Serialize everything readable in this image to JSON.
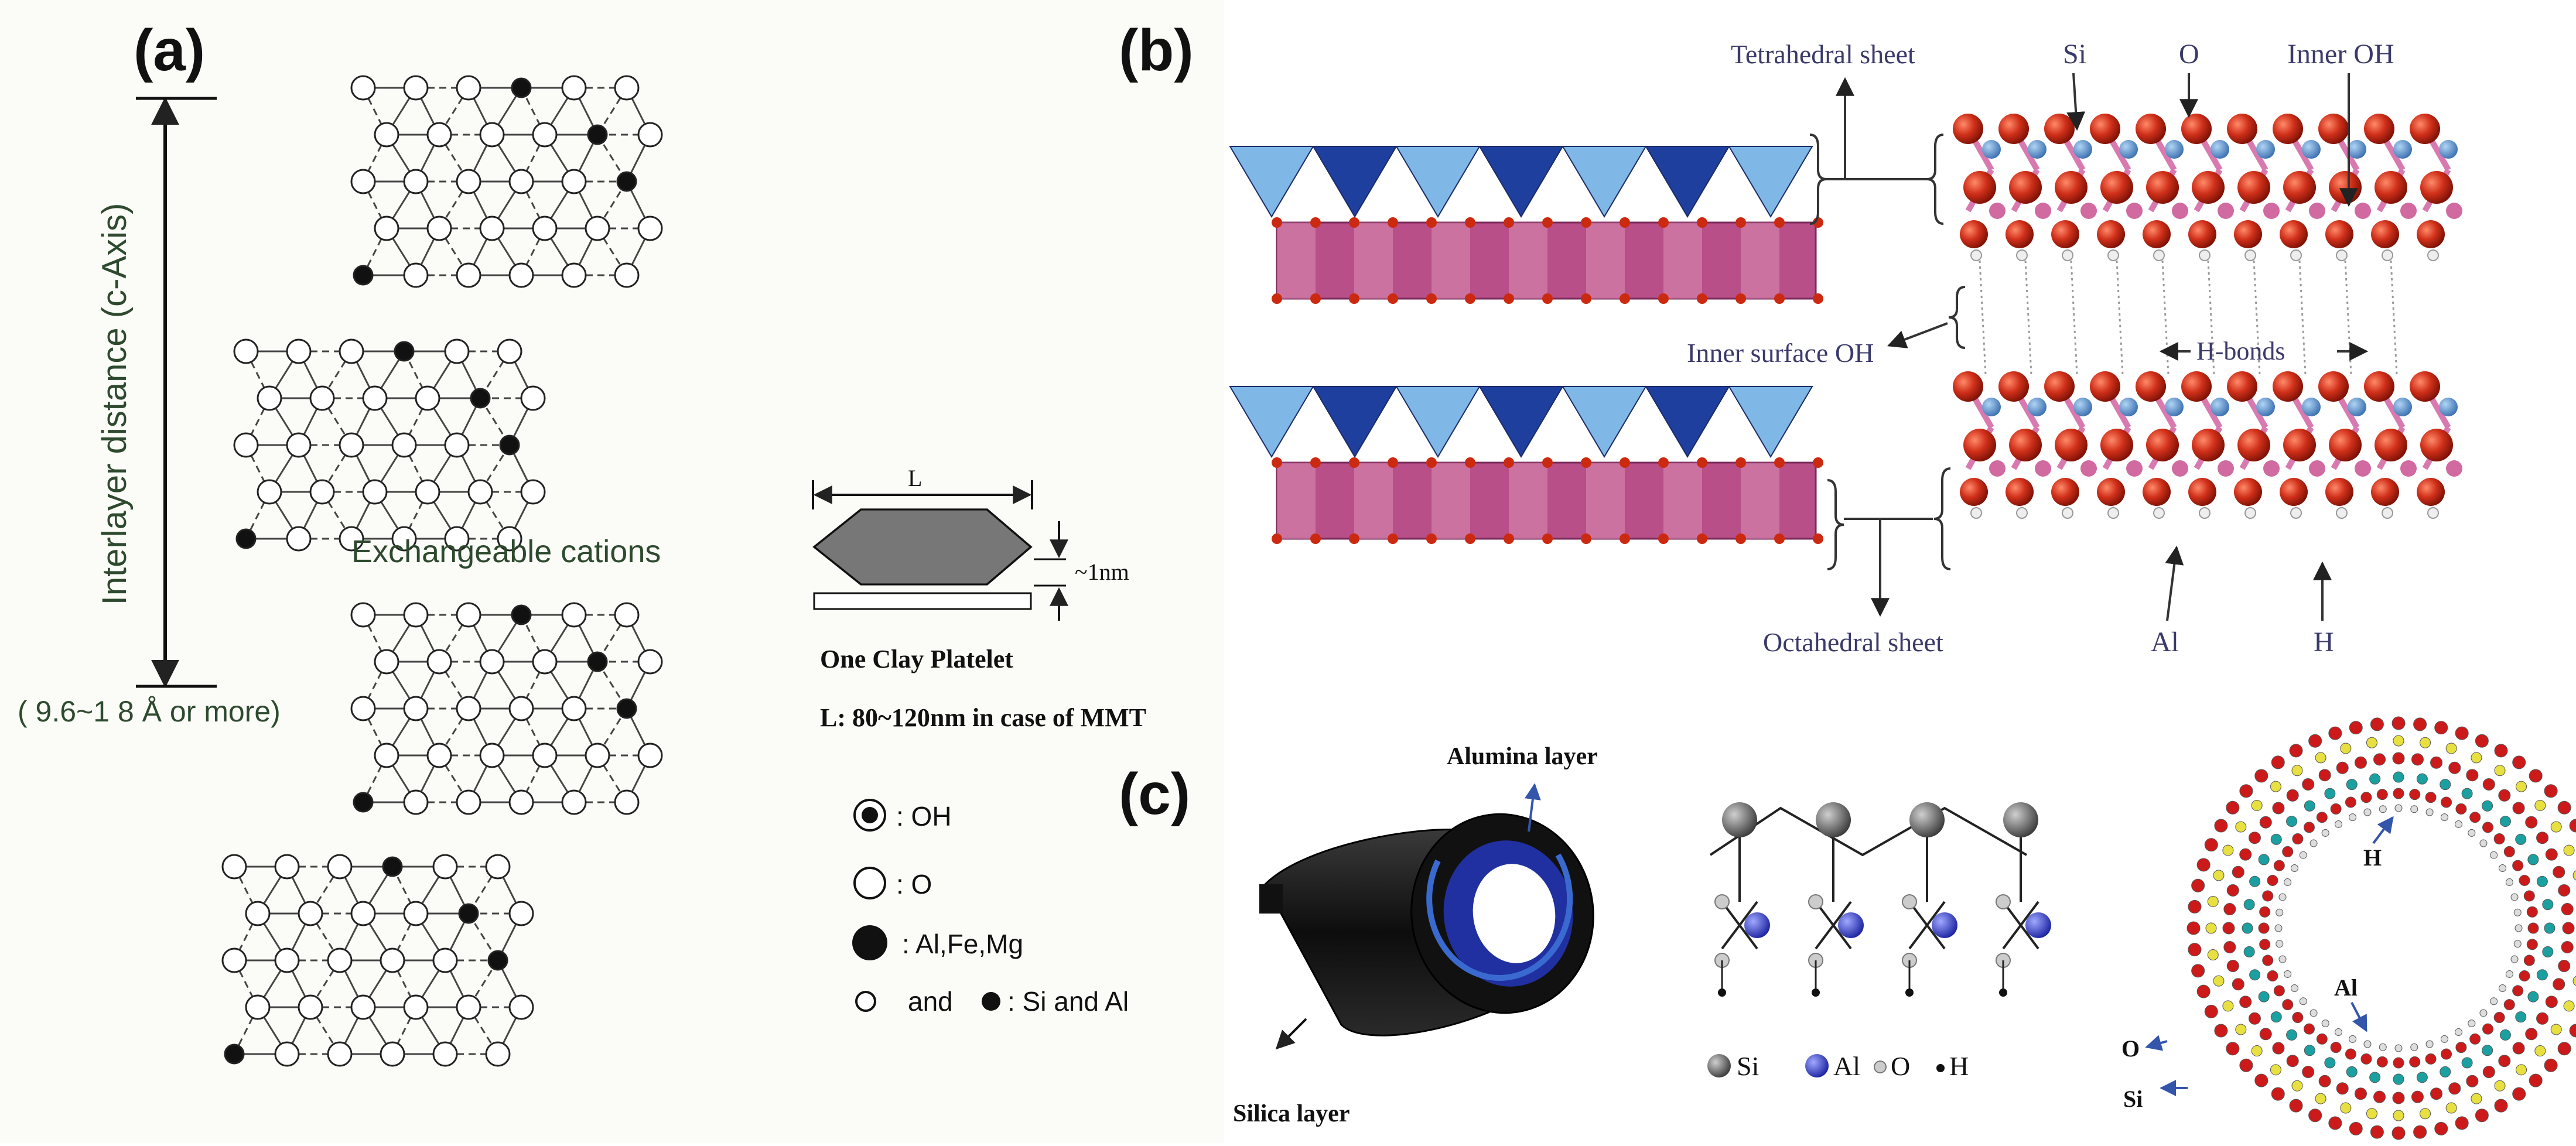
{
  "panel_a": {
    "label": "(a)",
    "axis_label": "Interlayer distance (c-Axis)",
    "range_label": "( 9.6~1 8  Å or more)",
    "exchangeable": "Exchangeable cations",
    "platelet_L": "L",
    "platelet_thickness": "~1nm",
    "platelet_title": "One Clay Platelet",
    "platelet_length": "L:  80~120nm in case of MMT",
    "legend": {
      "oh": ": OH",
      "o": ": O",
      "metal": ": Al,Fe,Mg",
      "and": "and",
      "si_al": ": Si and Al"
    },
    "colors": {
      "atom_fill": "#ffffff",
      "stroke": "#222222",
      "label_green": "#2e4a2e"
    }
  },
  "panel_b": {
    "label": "(b)",
    "tetrahedral": "Tetrahedral sheet",
    "si": "Si",
    "o": "O",
    "inner_oh": "Inner OH",
    "inner_surface_oh": "Inner surface OH",
    "h_bonds": "H-bonds",
    "octahedral": "Octahedral sheet",
    "al": "Al",
    "h": "H",
    "colors": {
      "tetra": "#2a4fa8",
      "tetra_light": "#8fc4ea",
      "octa": "#b0457a",
      "oxygen": "#cc2a10",
      "si": "#4a7fc0",
      "al": "#d06aa0",
      "label": "#3a3a6a"
    }
  },
  "panel_c": {
    "label": "(c)",
    "alumina": "Alumina layer",
    "silica": "Silica layer",
    "legend": {
      "si": "Si",
      "al": "Al",
      "o": "O",
      "h": "H"
    },
    "ring_h": "H",
    "ring_al": "Al",
    "ring_o": "O",
    "ring_si": "Si",
    "colors": {
      "tube_outer": "#1a1a1a",
      "tube_inner": "#2233aa",
      "ring_o": "#cc1a1a",
      "ring_si": "#e8e040",
      "ring_al": "#1aa0a0",
      "ring_h": "#dddddd"
    }
  }
}
